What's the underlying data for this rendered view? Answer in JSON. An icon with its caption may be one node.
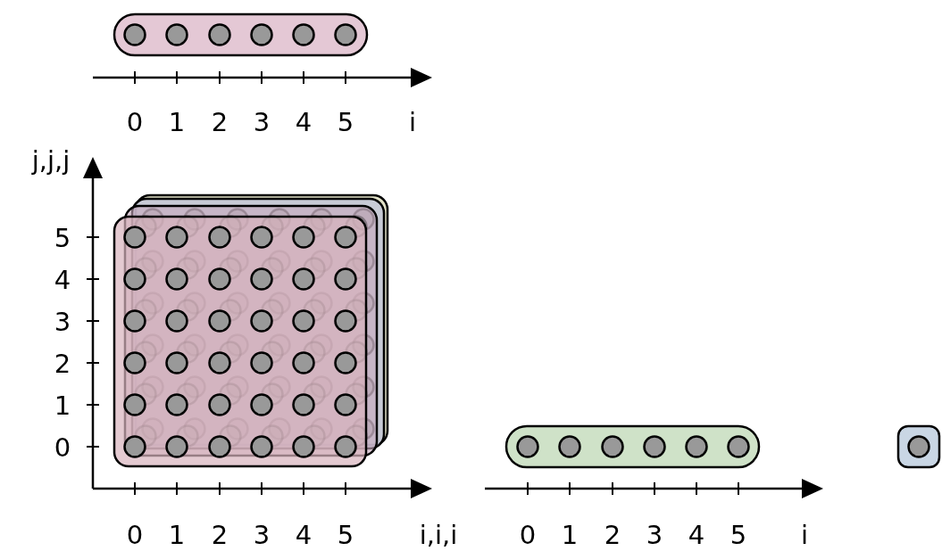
{
  "diagram": {
    "labels": [
      "0",
      "1",
      "2",
      "3",
      "4",
      "5",
      "i",
      "j,j,j",
      "5",
      "4",
      "3",
      "2",
      "1",
      "0",
      "0",
      "1",
      "2",
      "3",
      "4",
      "5",
      "i,i,i",
      "0",
      "1",
      "2",
      "3",
      "4",
      "5",
      "i"
    ]
  }
}
